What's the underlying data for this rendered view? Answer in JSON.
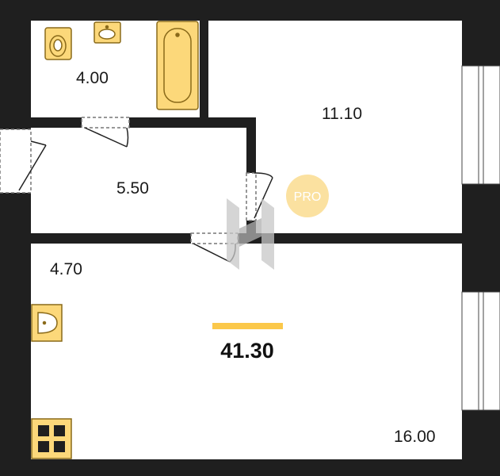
{
  "plan": {
    "rooms": {
      "bathroom": "4.00",
      "room_top": "11.10",
      "hallway": "5.50",
      "kitchen": "4.70",
      "room_bottom": "16.00"
    },
    "total_area": "41.30",
    "badge": "PRO"
  },
  "colors": {
    "wall": "#1f1f1f",
    "fixture": "#fcd87a",
    "fixture_stroke": "#8a6a1a",
    "accent": "#fbc84a",
    "badge": "#fbe1a0",
    "watermark": "#c8c8c8"
  }
}
